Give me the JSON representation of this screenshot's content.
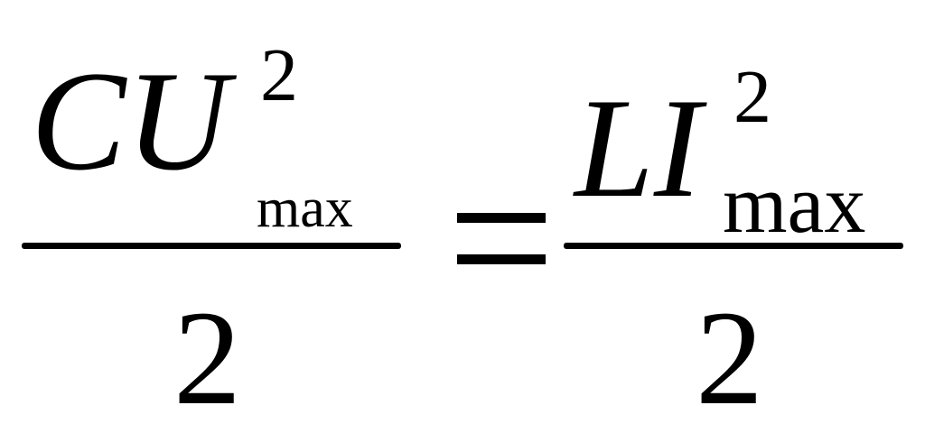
{
  "equation": {
    "left": {
      "numerator_main": "CU",
      "numerator_exponent": "2",
      "numerator_subscript": "max",
      "denominator": "2"
    },
    "operator": "=",
    "right": {
      "numerator_main": "LI",
      "numerator_exponent": "2",
      "numerator_subscript": "max",
      "denominator": "2"
    }
  }
}
